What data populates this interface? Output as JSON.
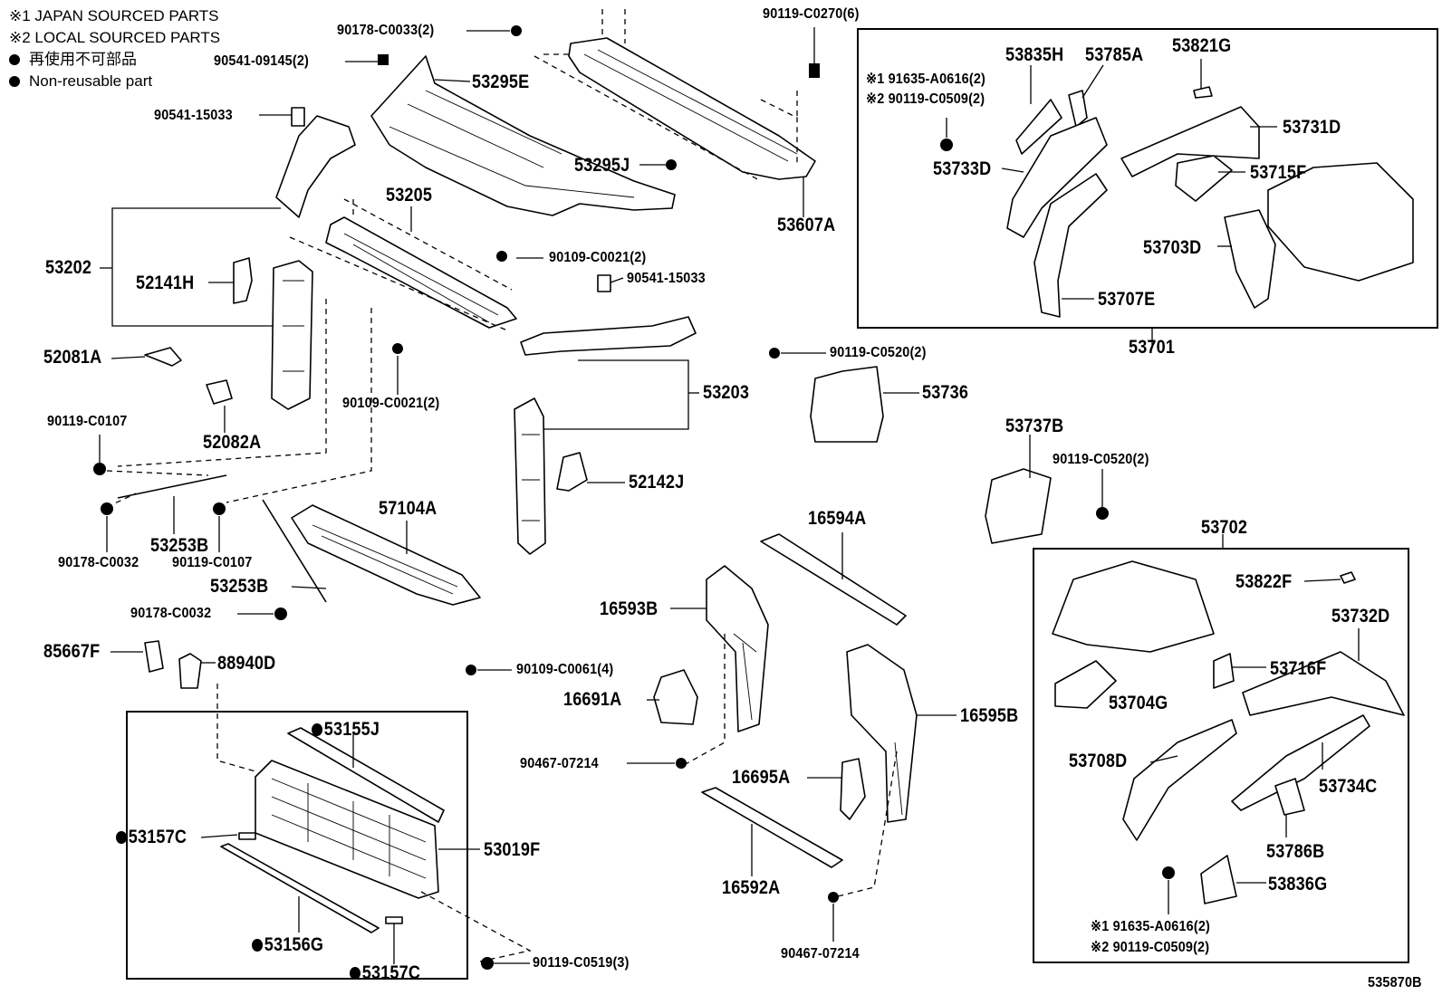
{
  "legend": {
    "japan_sourced": "※1 JAPAN SOURCED PARTS",
    "local_sourced": "※2 LOCAL SOURCED PARTS",
    "non_reusable_jp": "再使用不可部品",
    "non_reusable_en": "Non-reusable part"
  },
  "labels": {
    "p90178_c0033": "90178-C0033(2)",
    "p90541_09145": "90541-09145(2)",
    "p53295e": "53295E",
    "p90541_15033_a": "90541-15033",
    "p53295j": "53295J",
    "p90119_c0270": "90119-C0270(6)",
    "p53607a": "53607A",
    "p53205": "53205",
    "p53202": "53202",
    "p52141h": "52141H",
    "p52081a": "52081A",
    "p52082a": "52082A",
    "p90119_c0107_a": "90119-C0107",
    "p53253b_a": "53253B",
    "p90178_c0032_a": "90178-C0032",
    "p90119_c0107_b": "90119-C0107",
    "p53253b_b": "53253B",
    "p90178_c0032_b": "90178-C0032",
    "p90109_c0021_a": "90109-C0021(2)",
    "p90541_15033_b": "90541-15033",
    "p90109_c0021_b": "90109-C0021(2)",
    "p53203": "53203",
    "p52142j": "52142J",
    "p57104a": "57104A",
    "p90109_c0061": "90109-C0061(4)",
    "p85667f": "85667F",
    "p88940d": "88940D",
    "p53155j": "53155J",
    "p53157c_a": "53157C",
    "p53019f": "53019F",
    "p53156g": "53156G",
    "p53157c_b": "53157C",
    "p90119_c0519": "90119-C0519(3)",
    "p16593b": "16593B",
    "p16691a": "16691A",
    "p90467_07214_a": "90467-07214",
    "p16594a": "16594A",
    "p16695a": "16695A",
    "p16592a": "16592A",
    "p16595b": "16595B",
    "p90467_07214_b": "90467-07214",
    "p90119_c0520_a": "90119-C0520(2)",
    "p53736": "53736",
    "p53737b": "53737B",
    "p90119_c0520_b": "90119-C0520(2)",
    "p53835h": "53835H",
    "p53785a": "53785A",
    "p53821g": "53821G",
    "p91635_a0616_a": "※1 91635-A0616(2)",
    "p90119_c0509_a": "※2 90119-C0509(2)",
    "p53731d": "53731D",
    "p53733d": "53733D",
    "p53715f": "53715F",
    "p53703d": "53703D",
    "p53707e": "53707E",
    "p53701": "53701",
    "p53702": "53702",
    "p53822f": "53822F",
    "p53732d": "53732D",
    "p53716f": "53716F",
    "p53704g": "53704G",
    "p53708d": "53708D",
    "p53734c": "53734C",
    "p53786b": "53786B",
    "p53836g": "53836G",
    "p91635_a0616_b": "※1 91635-A0616(2)",
    "p90119_c0509_b": "※2 90119-C0509(2)",
    "diagram_code": "535870B"
  }
}
